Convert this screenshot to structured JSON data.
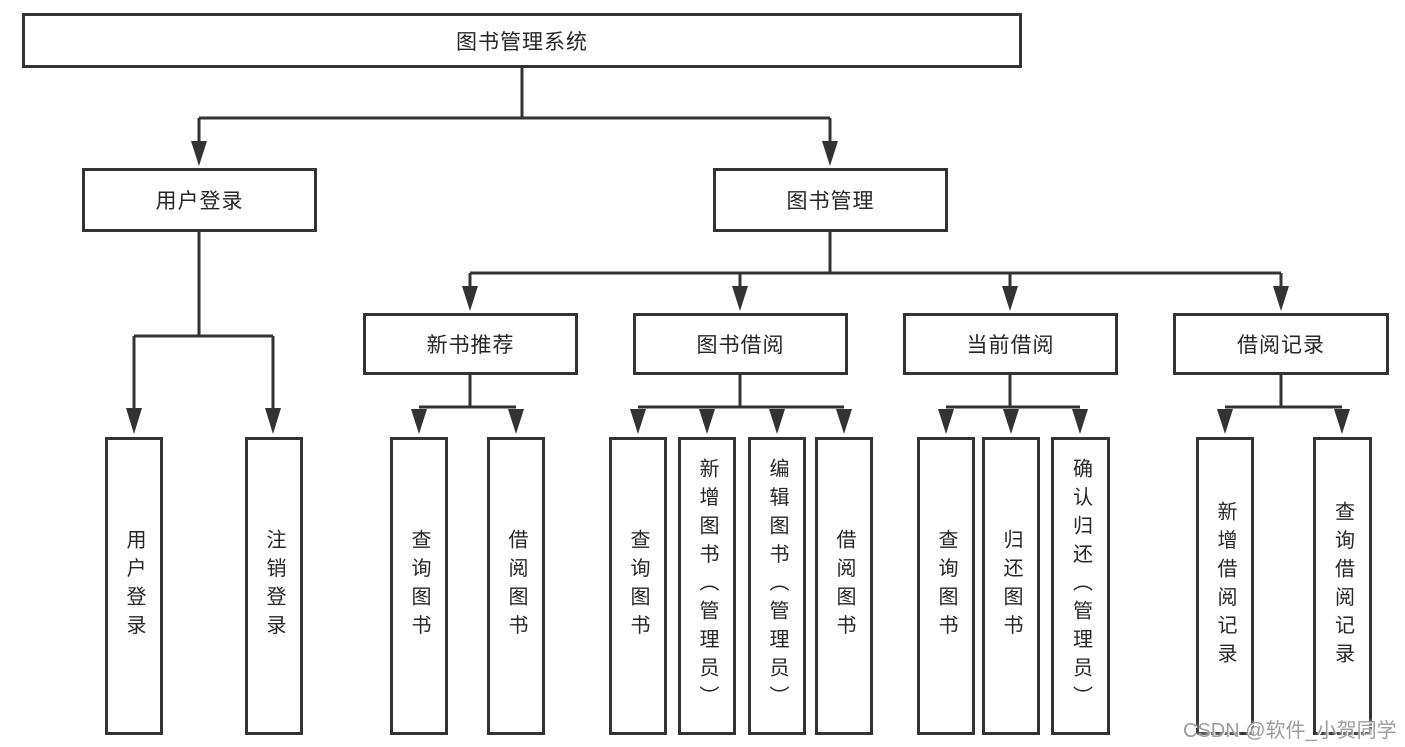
{
  "diagram": {
    "root": {
      "label": "图书管理系统"
    },
    "branches": [
      {
        "label": "用户登录",
        "children": [
          {
            "label": "用户登录"
          },
          {
            "label": "注销登录"
          }
        ]
      },
      {
        "label": "图书管理",
        "children": [
          {
            "label": "新书推荐",
            "children": [
              {
                "label": "查询图书"
              },
              {
                "label": "借阅图书"
              }
            ]
          },
          {
            "label": "图书借阅",
            "children": [
              {
                "label": "查询图书"
              },
              {
                "label": "新增图书（管理员）"
              },
              {
                "label": "编辑图书（管理员）"
              },
              {
                "label": "借阅图书"
              }
            ]
          },
          {
            "label": "当前借阅",
            "children": [
              {
                "label": "查询图书"
              },
              {
                "label": "归还图书"
              },
              {
                "label": "确认归还（管理员）"
              }
            ]
          },
          {
            "label": "借阅记录",
            "children": [
              {
                "label": "新增借阅记录"
              },
              {
                "label": "查询借阅记录"
              }
            ]
          }
        ]
      }
    ]
  },
  "watermark": {
    "text": "CSDN @软件_小贺同学"
  },
  "colors": {
    "line": "#333333",
    "text": "#262626",
    "watermark": "#9c9c9c",
    "background": "#ffffff"
  }
}
